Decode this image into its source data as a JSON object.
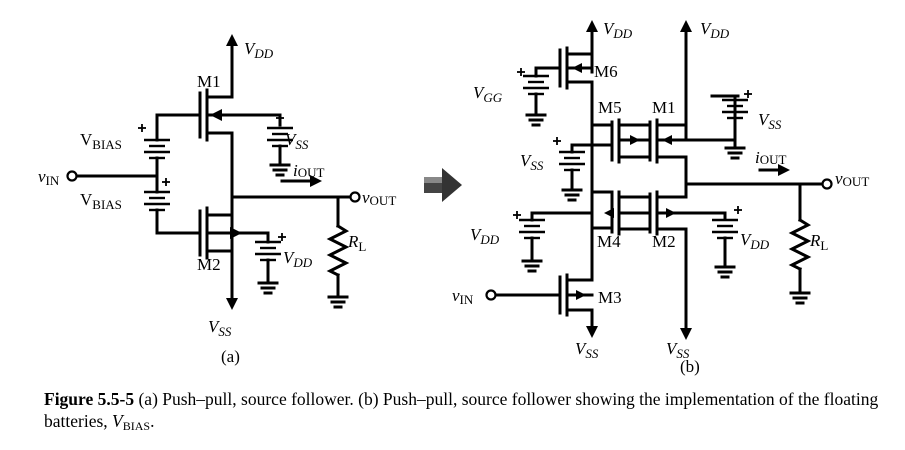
{
  "figure": {
    "a": {
      "vdd": "V",
      "vdd_sub": "DD",
      "m1": "M1",
      "m2": "M2",
      "vbias_top": "V",
      "vbias_top_sub": "BIAS",
      "vbias_bot": "V",
      "vbias_bot_sub": "BIAS",
      "vin": "v",
      "vin_sub": "IN",
      "vss_bat": "V",
      "vss_bat_sub": "SS",
      "iout": "i",
      "iout_sub": "OUT",
      "vout": "v",
      "vout_sub": "OUT",
      "rl": "R",
      "rl_sub": "L",
      "vdd_bat": "V",
      "vdd_bat_sub": "DD",
      "vss": "V",
      "vss_sub": "SS",
      "label": "(a)"
    },
    "b": {
      "vdd_left": "V",
      "vdd_left_sub": "DD",
      "vdd_right": "V",
      "vdd_right_sub": "DD",
      "m6": "M6",
      "m5": "M5",
      "m1": "M1",
      "m4": "M4",
      "m2": "M2",
      "m3": "M3",
      "vgg": "V",
      "vgg_sub": "GG",
      "vss_bat_left": "V",
      "vss_bat_left_sub": "SS",
      "vss_bat_right": "V",
      "vss_bat_right_sub": "SS",
      "iout": "i",
      "iout_sub": "OUT",
      "vout": "v",
      "vout_sub": "OUT",
      "vdd_bat_left": "V",
      "vdd_bat_left_sub": "DD",
      "vdd_bat_right": "V",
      "vdd_bat_right_sub": "DD",
      "rl": "R",
      "rl_sub": "L",
      "vin": "v",
      "vin_sub": "IN",
      "vss_left": "V",
      "vss_left_sub": "SS",
      "vss_right": "V",
      "vss_right_sub": "SS",
      "label": "(b)"
    }
  },
  "caption": {
    "number": "Figure 5.5-5",
    "text": " (a) Push–pull, source follower. (b) Push–pull, source follower showing the implementation of the floating batteries, ",
    "v": "V",
    "v_sub": "BIAS",
    "end": "."
  }
}
